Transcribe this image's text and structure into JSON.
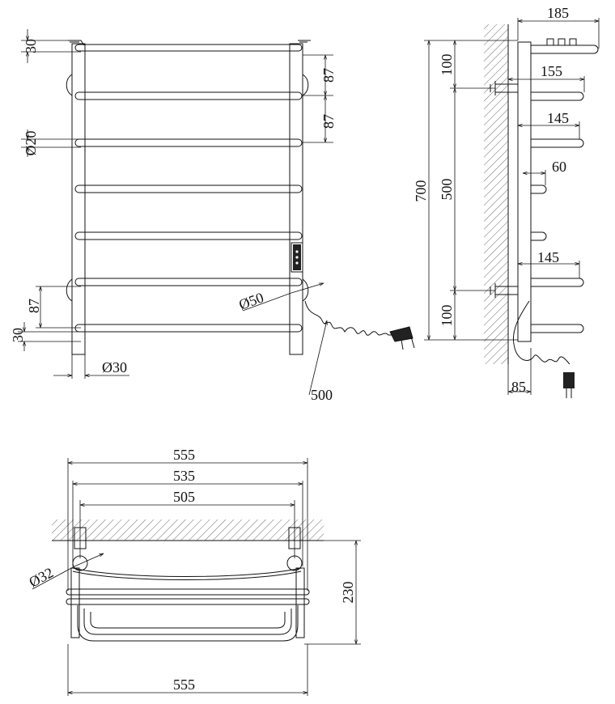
{
  "front_view": {
    "dims": {
      "top_offset": "30",
      "rung_spacing_a": "87",
      "rung_spacing_b": "87",
      "rung_diameter": "Ø20",
      "lower_spacing": "87",
      "bottom_offset": "30",
      "mount_diameter": "Ø50",
      "upright_diameter": "Ø30",
      "cable_length": "500"
    }
  },
  "side_view": {
    "dims": {
      "depth_top": "185",
      "depth_upper": "155",
      "depth_middle": "145",
      "depth_short": "60",
      "depth_lower": "145",
      "wall_gap": "85",
      "height_total": "700",
      "mount_spacing": "500",
      "top_to_mount": "100",
      "bottom_to_mount": "100"
    }
  },
  "top_view": {
    "dims": {
      "width_outer": "555",
      "width_mid": "535",
      "width_mount": "505",
      "mount_diameter": "Ø32",
      "depth": "230",
      "width_bottom": "555"
    }
  }
}
